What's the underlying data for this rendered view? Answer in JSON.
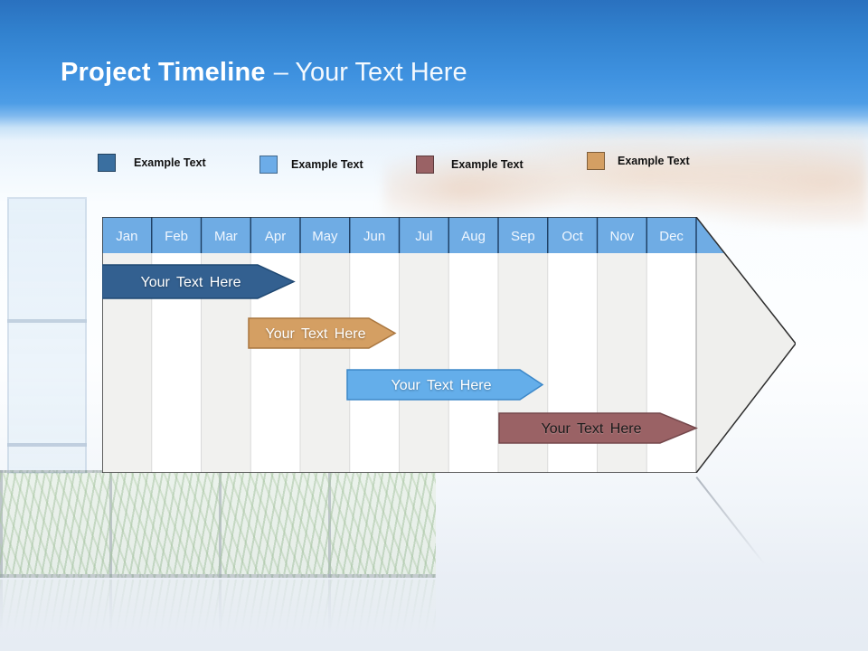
{
  "slide": {
    "title_bold": "Project Timeline",
    "title_rest": "– Your Text Here"
  },
  "legend": {
    "items": [
      {
        "label": "Example Text",
        "color": "#3A6FA0"
      },
      {
        "label": "Example Text",
        "color": "#6CACE8"
      },
      {
        "label": "Example Text",
        "color": "#9A6265"
      },
      {
        "label": "Example Text",
        "color": "#D49F63"
      }
    ]
  },
  "chart_data": {
    "type": "bar",
    "subtype": "gantt-timeline-arrow",
    "title": "Project Timeline – Your Text Here",
    "months": [
      "Jan",
      "Feb",
      "Mar",
      "Apr",
      "May",
      "Jun",
      "Jul",
      "Aug",
      "Sep",
      "Oct",
      "Nov",
      "Dec"
    ],
    "header_color": "#6FACE4",
    "column_colors": {
      "odd": "#F1F1EF",
      "even": "#FFFFFF",
      "arrow_tip": "#EFEFED"
    },
    "bars": [
      {
        "label": "Your Text Here",
        "color": "#336090",
        "border_color": "#1F4872",
        "text_color": "#FFFFFF",
        "start_month": "Jan",
        "end_month": "Apr",
        "row": 1
      },
      {
        "label": "Your Text Here",
        "color": "#D49F63",
        "border_color": "#A9763F",
        "text_color": "#FFFFFF",
        "start_month": "Apr",
        "end_month": "Jun",
        "row": 2
      },
      {
        "label": "Your Text Here",
        "color": "#64AEEA",
        "border_color": "#3C87C8",
        "text_color": "#FFFFFF",
        "start_month": "Jun",
        "end_month": "Sep",
        "row": 3
      },
      {
        "label": "Your Text Here",
        "color": "#9A6265",
        "border_color": "#74474B",
        "text_color": "#1A1A1A",
        "start_month": "Sep",
        "end_month": "Dec",
        "row": 4
      }
    ]
  }
}
